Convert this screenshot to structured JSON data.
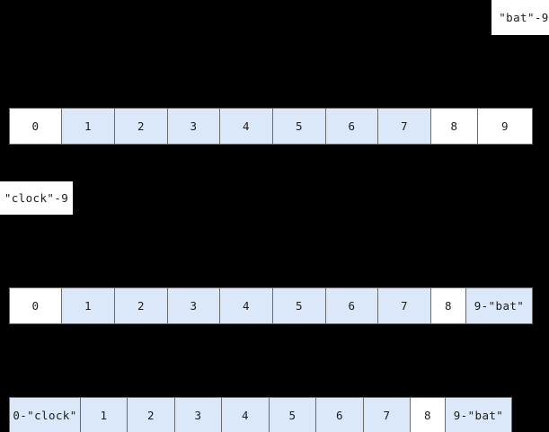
{
  "canvas": {
    "background": "#000000",
    "cell_blue": "#dae8fa",
    "cell_white": "#ffffff",
    "border_color": "#6b6b6b",
    "text_color": "#1b1b1b"
  },
  "labels": [
    {
      "id": "bat",
      "text": "\"bat\"-9"
    },
    {
      "id": "clock",
      "text": "\"clock\"-9"
    }
  ],
  "rows": [
    {
      "id": "row-1",
      "cells": [
        {
          "text": "0",
          "fill": "white",
          "width": 59
        },
        {
          "text": "1",
          "fill": "blue",
          "width": 60
        },
        {
          "text": "2",
          "fill": "blue",
          "width": 60
        },
        {
          "text": "3",
          "fill": "blue",
          "width": 59
        },
        {
          "text": "4",
          "fill": "blue",
          "width": 60
        },
        {
          "text": "5",
          "fill": "blue",
          "width": 60
        },
        {
          "text": "6",
          "fill": "blue",
          "width": 59
        },
        {
          "text": "7",
          "fill": "blue",
          "width": 60
        },
        {
          "text": "8",
          "fill": "white",
          "width": 53
        },
        {
          "text": "9",
          "fill": "white",
          "width": 62
        }
      ]
    },
    {
      "id": "row-2",
      "cells": [
        {
          "text": "0",
          "fill": "white",
          "width": 59
        },
        {
          "text": "1",
          "fill": "blue",
          "width": 60
        },
        {
          "text": "2",
          "fill": "blue",
          "width": 60
        },
        {
          "text": "3",
          "fill": "blue",
          "width": 59
        },
        {
          "text": "4",
          "fill": "blue",
          "width": 60
        },
        {
          "text": "5",
          "fill": "blue",
          "width": 60
        },
        {
          "text": "6",
          "fill": "blue",
          "width": 59
        },
        {
          "text": "7",
          "fill": "blue",
          "width": 60
        },
        {
          "text": "8",
          "fill": "white",
          "width": 40
        },
        {
          "text": "9-\"bat\"",
          "fill": "blue",
          "width": 75
        }
      ]
    },
    {
      "id": "row-3",
      "cells": [
        {
          "text": "0-\"clock\"",
          "fill": "blue",
          "width": 80
        },
        {
          "text": "1",
          "fill": "blue",
          "width": 53
        },
        {
          "text": "2",
          "fill": "blue",
          "width": 54
        },
        {
          "text": "3",
          "fill": "blue",
          "width": 53
        },
        {
          "text": "4",
          "fill": "blue",
          "width": 54
        },
        {
          "text": "5",
          "fill": "blue",
          "width": 53
        },
        {
          "text": "6",
          "fill": "blue",
          "width": 54
        },
        {
          "text": "7",
          "fill": "blue",
          "width": 53
        },
        {
          "text": "8",
          "fill": "white",
          "width": 40
        },
        {
          "text": "9-\"bat\"",
          "fill": "blue",
          "width": 75
        }
      ]
    }
  ]
}
